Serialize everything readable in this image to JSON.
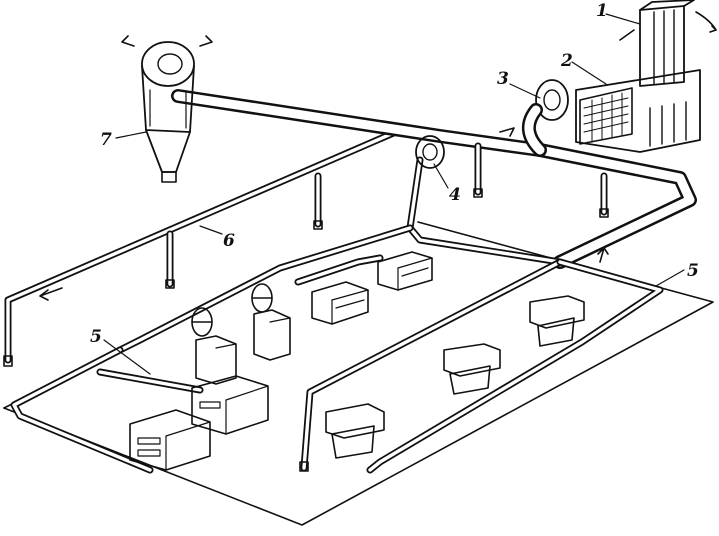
{
  "labels": {
    "l1": "1",
    "l2": "2",
    "l3": "3",
    "l4": "4",
    "l5a": "5",
    "l5b": "5",
    "l6": "6",
    "l7": "7"
  },
  "colors": {
    "ink": "#111111",
    "paper": "#ffffff"
  }
}
